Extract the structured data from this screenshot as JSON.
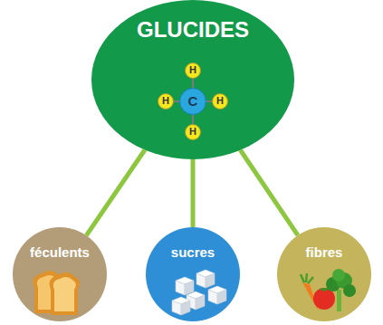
{
  "diagram": {
    "nodes": [
      {
        "text": [
          "GLUCIDES"
        ]
      },
      {
        "text": [
          "H"
        ],
        "in": 0
      },
      {
        "text": [
          "H"
        ],
        "in": 0
      },
      {
        "text": [
          "C"
        ],
        "in": 0
      },
      {
        "text": [
          "H"
        ],
        "in": 0
      },
      {
        "text": [
          "H"
        ],
        "in": 0
      },
      {
        "text": [
          "féculents"
        ]
      },
      {
        "text": [
          "sucres"
        ]
      },
      {
        "text": [
          "fibres"
        ]
      }
    ],
    "edges": [
      {
        "from": 0,
        "to": 6,
        "arrow": "none"
      },
      {
        "from": 0,
        "to": 7,
        "arrow": "none"
      },
      {
        "from": 0,
        "to": 8,
        "arrow": "none"
      },
      {
        "from": 3,
        "to": 1,
        "arrow": "none"
      },
      {
        "from": 3,
        "to": 2,
        "arrow": "none"
      },
      {
        "from": 3,
        "to": 4,
        "arrow": "none"
      },
      {
        "from": 3,
        "to": 5,
        "arrow": "none"
      }
    ]
  }
}
